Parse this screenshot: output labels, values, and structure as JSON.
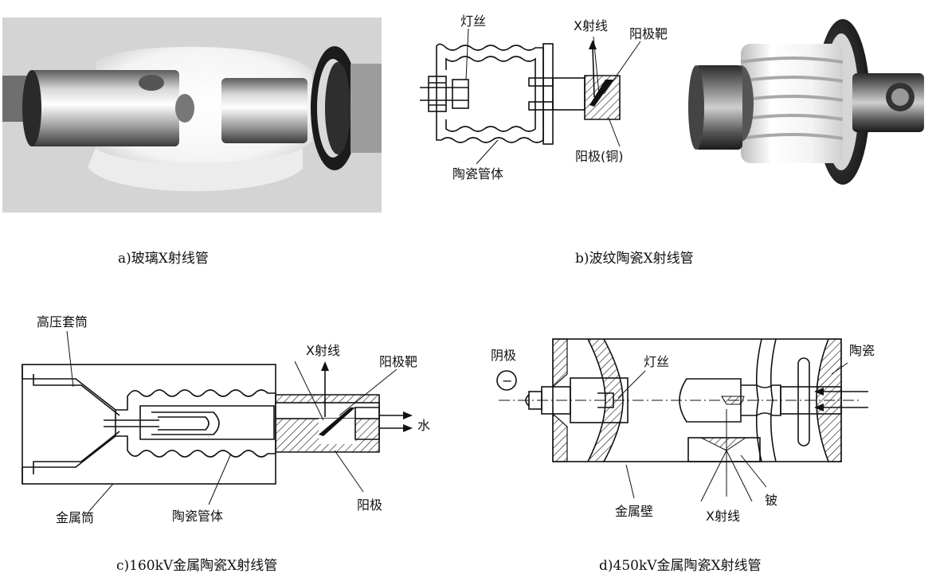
{
  "figure": {
    "a": {
      "caption": "a)玻璃X射线管"
    },
    "b": {
      "caption": "b)波纹陶瓷X射线管",
      "labels": {
        "filament": "灯丝",
        "xray": "X射线",
        "anode_target": "阳极靶",
        "ceramic_tube": "陶瓷管体",
        "anode_copper": "阳极(铜)"
      }
    },
    "c": {
      "caption": "c)160kV金属陶瓷X射线管",
      "labels": {
        "hv_sleeve": "高压套筒",
        "xray": "X射线",
        "anode_target": "阳极靶",
        "water": "水",
        "metal_cylinder": "金属筒",
        "ceramic_tube": "陶瓷管体",
        "anode": "阳极"
      }
    },
    "d": {
      "caption": "d)450kV金属陶瓷X射线管",
      "labels": {
        "cathode": "阴极",
        "filament": "灯丝",
        "ceramic": "陶瓷",
        "metal_wall": "金属壁",
        "beryllium": "铍",
        "xray": "X射线",
        "minus_sign": "−"
      }
    }
  }
}
